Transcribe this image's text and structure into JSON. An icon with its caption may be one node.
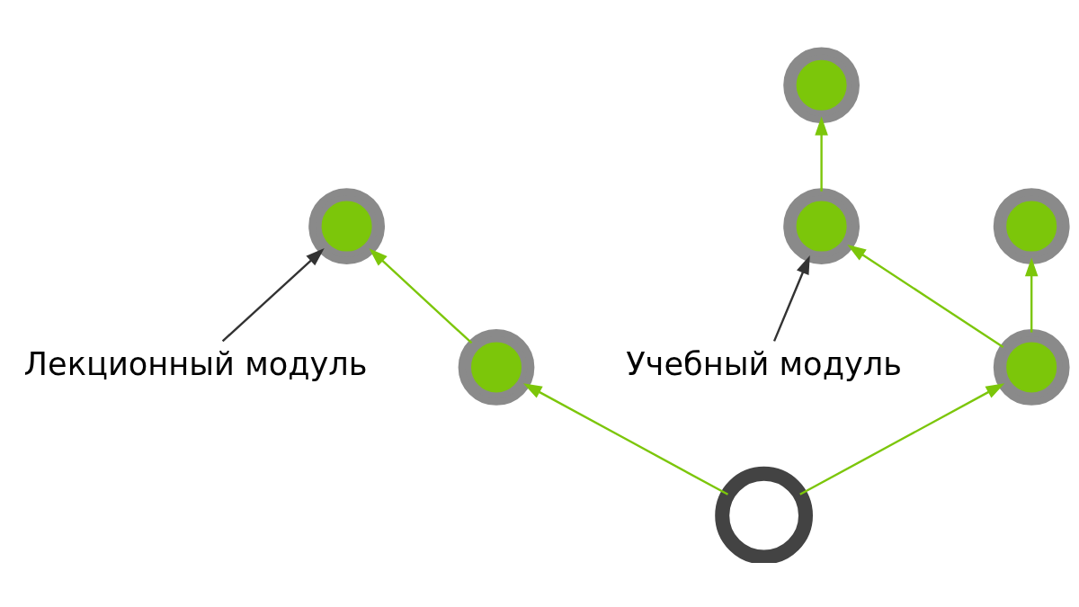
{
  "diagram": {
    "nodes": [
      {
        "text": [
          "Лекционный модуль"
        ]
      },
      {
        "text": [],
        "shape": "pin"
      },
      {
        "text": [
          "Учебный модуль"
        ]
      },
      {
        "text": [],
        "shape": "pin"
      },
      {
        "text": [],
        "shape": "pin"
      },
      {
        "text": [],
        "shape": "pin"
      },
      {
        "text": [],
        "shape": "pin"
      },
      {
        "text": [],
        "shape": "circle"
      },
      {
        "text": [],
        "shape": "pin"
      }
    ],
    "edges": [
      {
        "from": 7,
        "to": 5,
        "arrow": "to"
      },
      {
        "from": 7,
        "to": 3,
        "arrow": "to"
      },
      {
        "from": 3,
        "to": 1,
        "arrow": "to"
      },
      {
        "from": 5,
        "to": 4,
        "arrow": "to"
      },
      {
        "from": 4,
        "to": 6,
        "arrow": "to"
      },
      {
        "from": 5,
        "to": 8,
        "arrow": "to"
      },
      {
        "from": 0,
        "to": 1,
        "arrow": "to",
        "color": "#333333"
      },
      {
        "from": 2,
        "to": 4,
        "arrow": "to",
        "color": "#333333"
      }
    ]
  }
}
